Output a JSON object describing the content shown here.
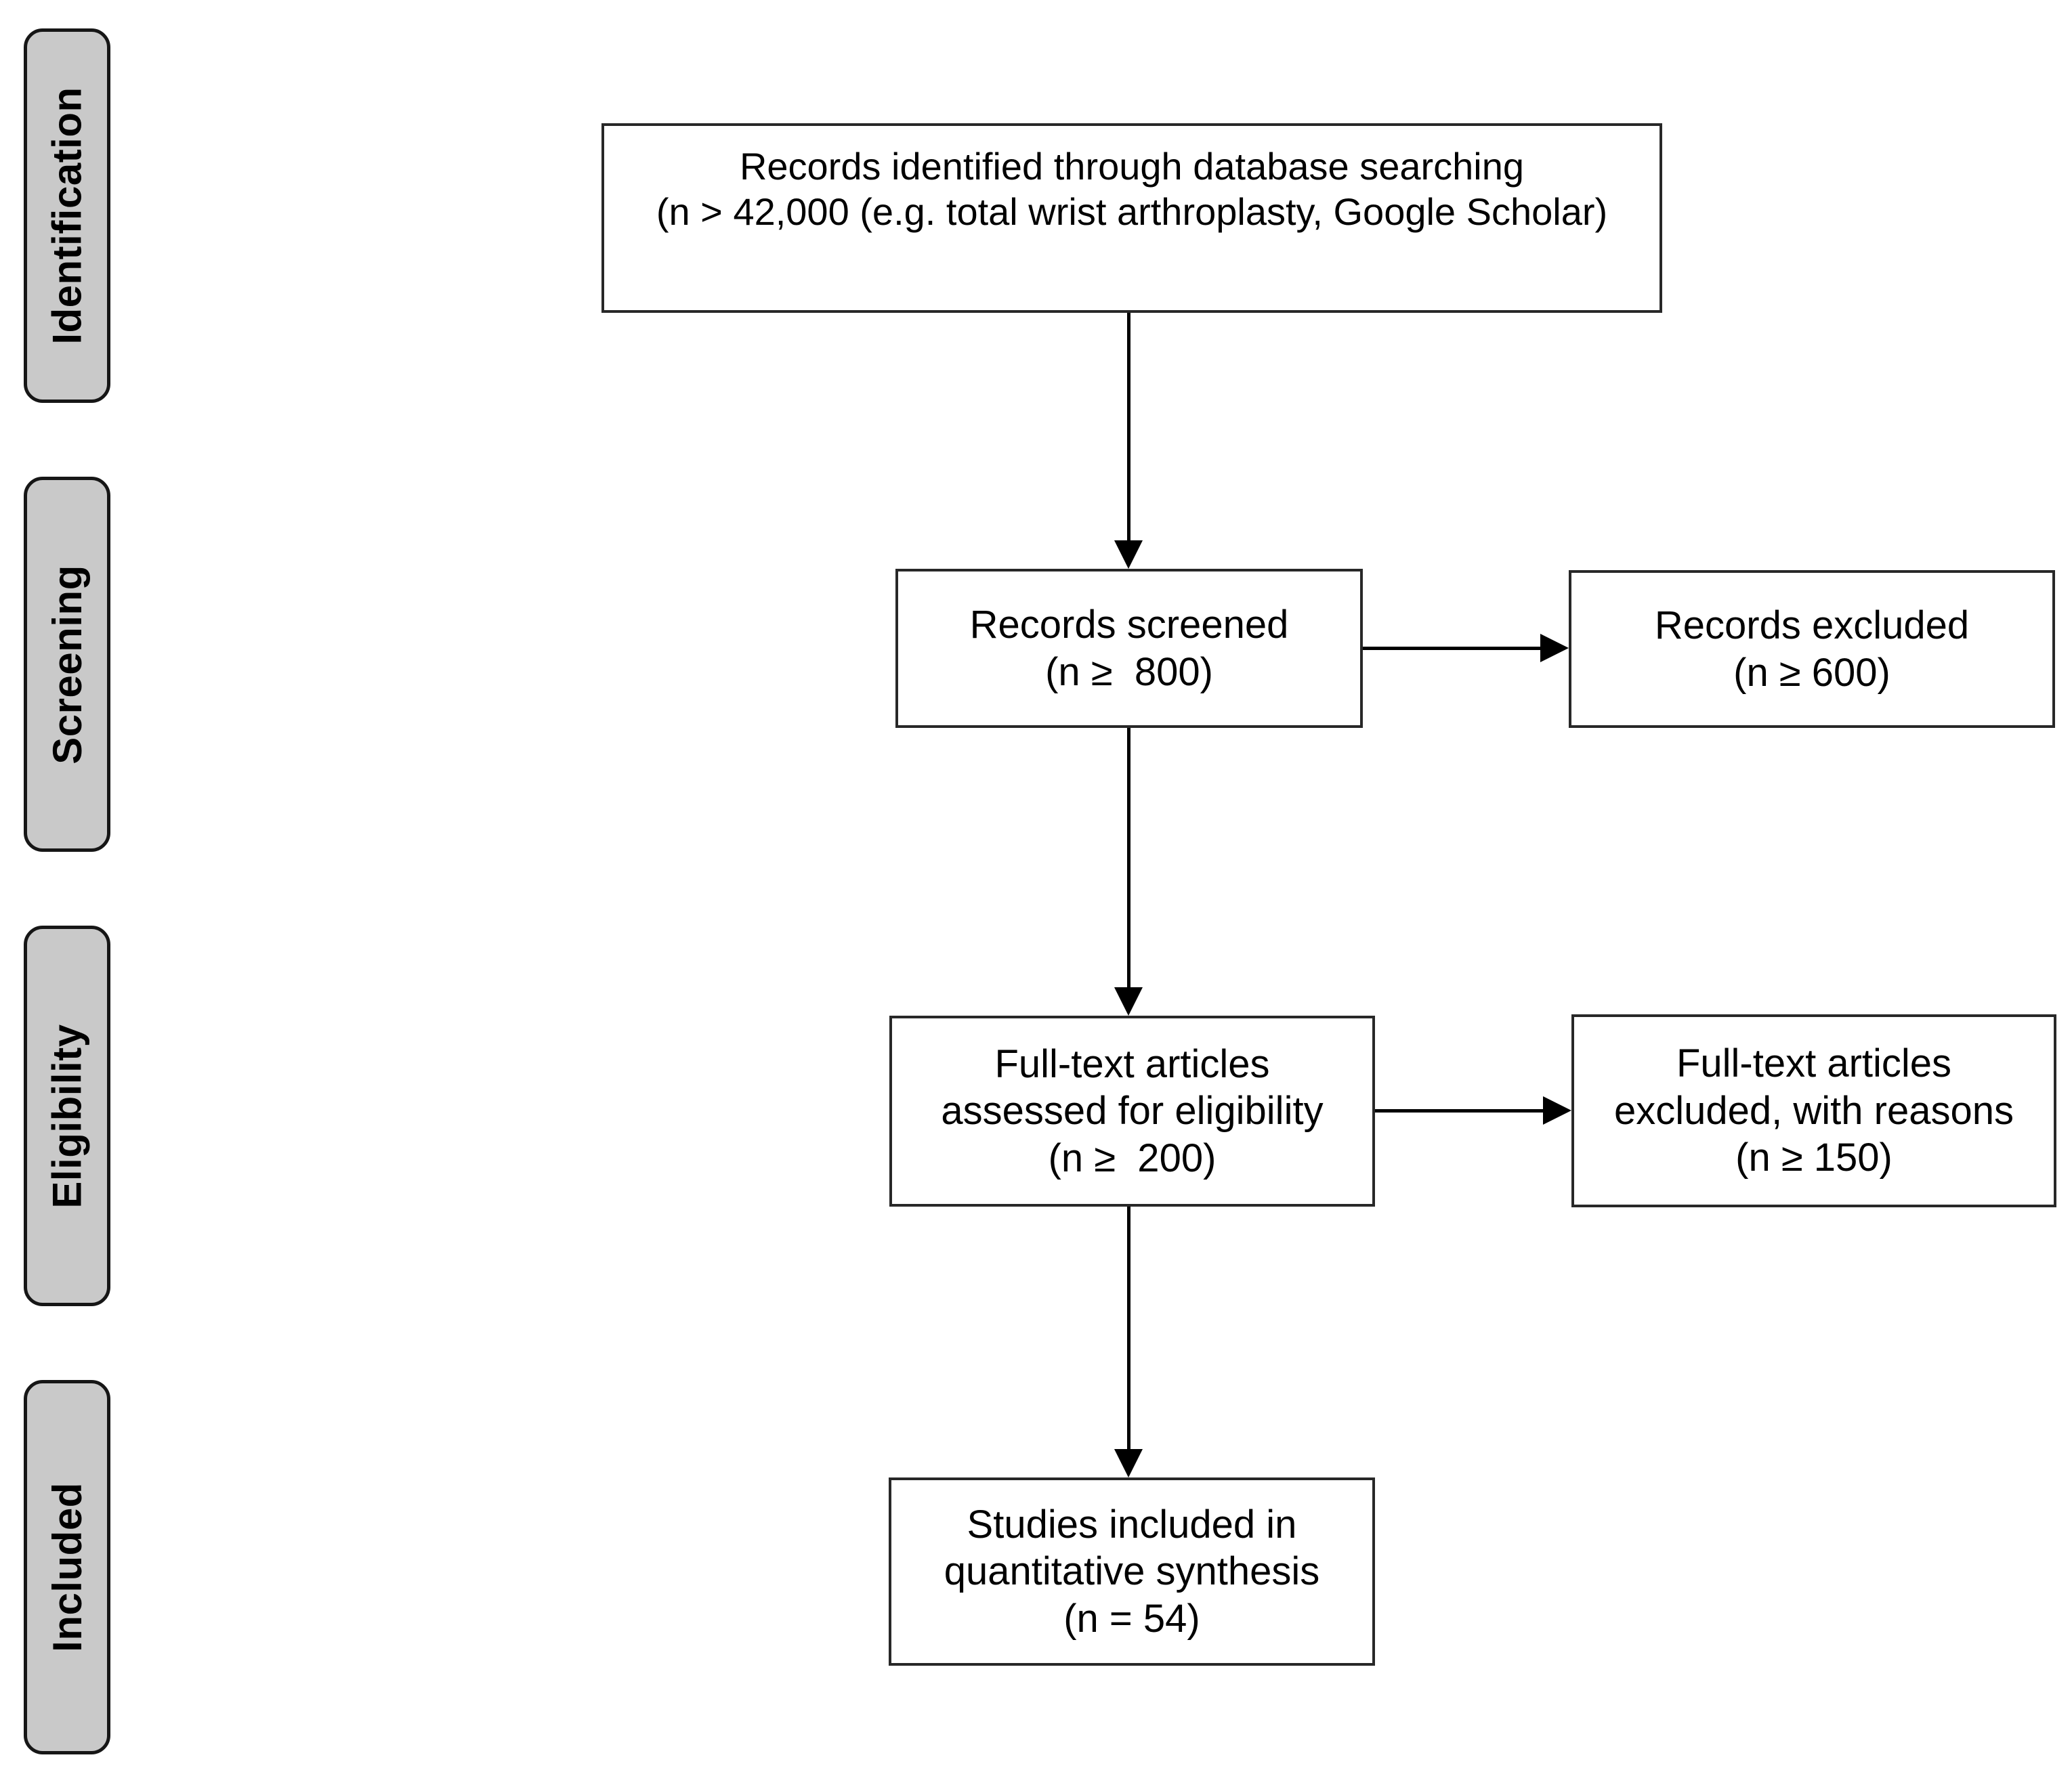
{
  "figure": {
    "type": "prisma-flow-diagram",
    "description": "Flow diagram of study identification, screening, eligibility and inclusion"
  },
  "stages": [
    {
      "label": "Identification"
    },
    {
      "label": "Screening"
    },
    {
      "label": "Eligibility"
    },
    {
      "label": "Included"
    }
  ],
  "boxes": {
    "identified": {
      "text": "Records identified through database searching\n(n > 42,000 (e.g. total wrist arthroplasty, Google Scholar)"
    },
    "screened": {
      "text": "Records screened\n(n ≥  800)"
    },
    "records_excluded": {
      "text": "Records excluded\n(n ≥ 600)"
    },
    "fulltext_assessed": {
      "text": "Full-text articles\nassessed for eligibility\n(n ≥  200)"
    },
    "fulltext_excluded": {
      "text": "Full-text articles\nexcluded, with reasons\n(n ≥ 150)"
    },
    "included_synthesis": {
      "text": "Studies included in\nquantitative synthesis\n(n = 54)"
    }
  },
  "counts": {
    "identified": "> 42,000",
    "screened": "≥ 800",
    "records_excluded": "≥ 600",
    "fulltext_assessed": "≥ 200",
    "fulltext_excluded": "≥ 150",
    "included_synthesis": "= 54"
  },
  "colors": {
    "background": "#ffffff",
    "box_fill": "#ffffff",
    "box_border": "#282828",
    "stage_fill": "#c9c9c9",
    "stage_border": "#161616",
    "arrow": "#000000",
    "text": "#000000"
  }
}
